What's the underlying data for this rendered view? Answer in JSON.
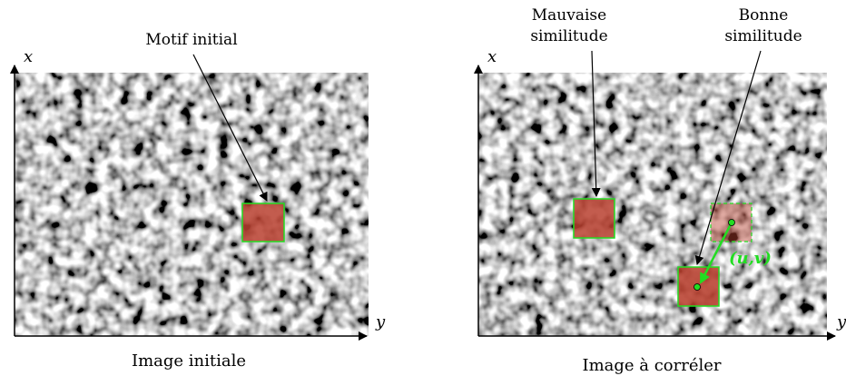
{
  "left_panel": {
    "caption": "Image initiale",
    "annotation": "Motif initial",
    "axis_x": "x",
    "axis_y": "y"
  },
  "right_panel": {
    "caption": "Image à corréler",
    "bad_match_label_line1": "Mauvaise",
    "bad_match_label_line2": "similitude",
    "good_match_label_line1": "Bonne",
    "good_match_label_line2": "similitude",
    "axis_x": "x",
    "axis_y": "y",
    "displacement_label": "(u,v)"
  },
  "colors": {
    "highlight_green": "#22dd22",
    "patch_red": "#b8402f",
    "texture_dark": "#3a3a3a",
    "texture_light": "#d8d8d8"
  }
}
